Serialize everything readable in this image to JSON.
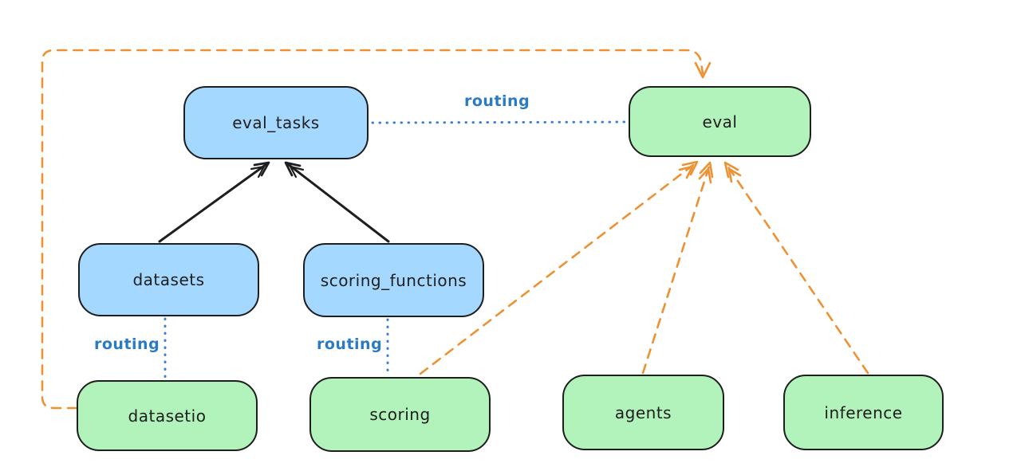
{
  "diagram": {
    "background": "#ffffff",
    "colors": {
      "api_box_fill": "#a5d8ff",
      "provider_box_fill": "#b2f2bb",
      "box_stroke": "#1e1e1e",
      "solid_arrow": "#1e1e1e",
      "routing_line": "#3a7fd0",
      "routing_label": "#2b7ac2",
      "provider_arrow": "#ec9234"
    },
    "nodes": [
      {
        "id": "eval_tasks",
        "label": "eval_tasks",
        "color": "blue"
      },
      {
        "id": "eval",
        "label": "eval",
        "color": "green"
      },
      {
        "id": "datasets",
        "label": "datasets",
        "color": "blue"
      },
      {
        "id": "scoring_functions",
        "label": "scoring_functions",
        "color": "blue"
      },
      {
        "id": "datasetio",
        "label": "datasetio",
        "color": "green"
      },
      {
        "id": "scoring",
        "label": "scoring",
        "color": "green"
      },
      {
        "id": "agents",
        "label": "agents",
        "color": "green"
      },
      {
        "id": "inference",
        "label": "inference",
        "color": "green"
      }
    ],
    "edges": [
      {
        "from": "datasets",
        "to": "eval_tasks",
        "style": "solid-arrow",
        "color": "black"
      },
      {
        "from": "scoring_functions",
        "to": "eval_tasks",
        "style": "solid-arrow",
        "color": "black"
      },
      {
        "from": "eval_tasks",
        "to": "eval",
        "style": "dotted",
        "color": "blue",
        "label": "routing"
      },
      {
        "from": "datasets",
        "to": "datasetio",
        "style": "dotted",
        "color": "blue",
        "label": "routing"
      },
      {
        "from": "scoring_functions",
        "to": "scoring",
        "style": "dotted",
        "color": "blue",
        "label": "routing"
      },
      {
        "from": "datasetio",
        "to": "eval",
        "style": "dashed-arrow",
        "color": "orange"
      },
      {
        "from": "scoring",
        "to": "eval",
        "style": "dashed-arrow",
        "color": "orange"
      },
      {
        "from": "agents",
        "to": "eval",
        "style": "dashed-arrow",
        "color": "orange"
      },
      {
        "from": "inference",
        "to": "eval",
        "style": "dashed-arrow",
        "color": "orange"
      }
    ]
  }
}
